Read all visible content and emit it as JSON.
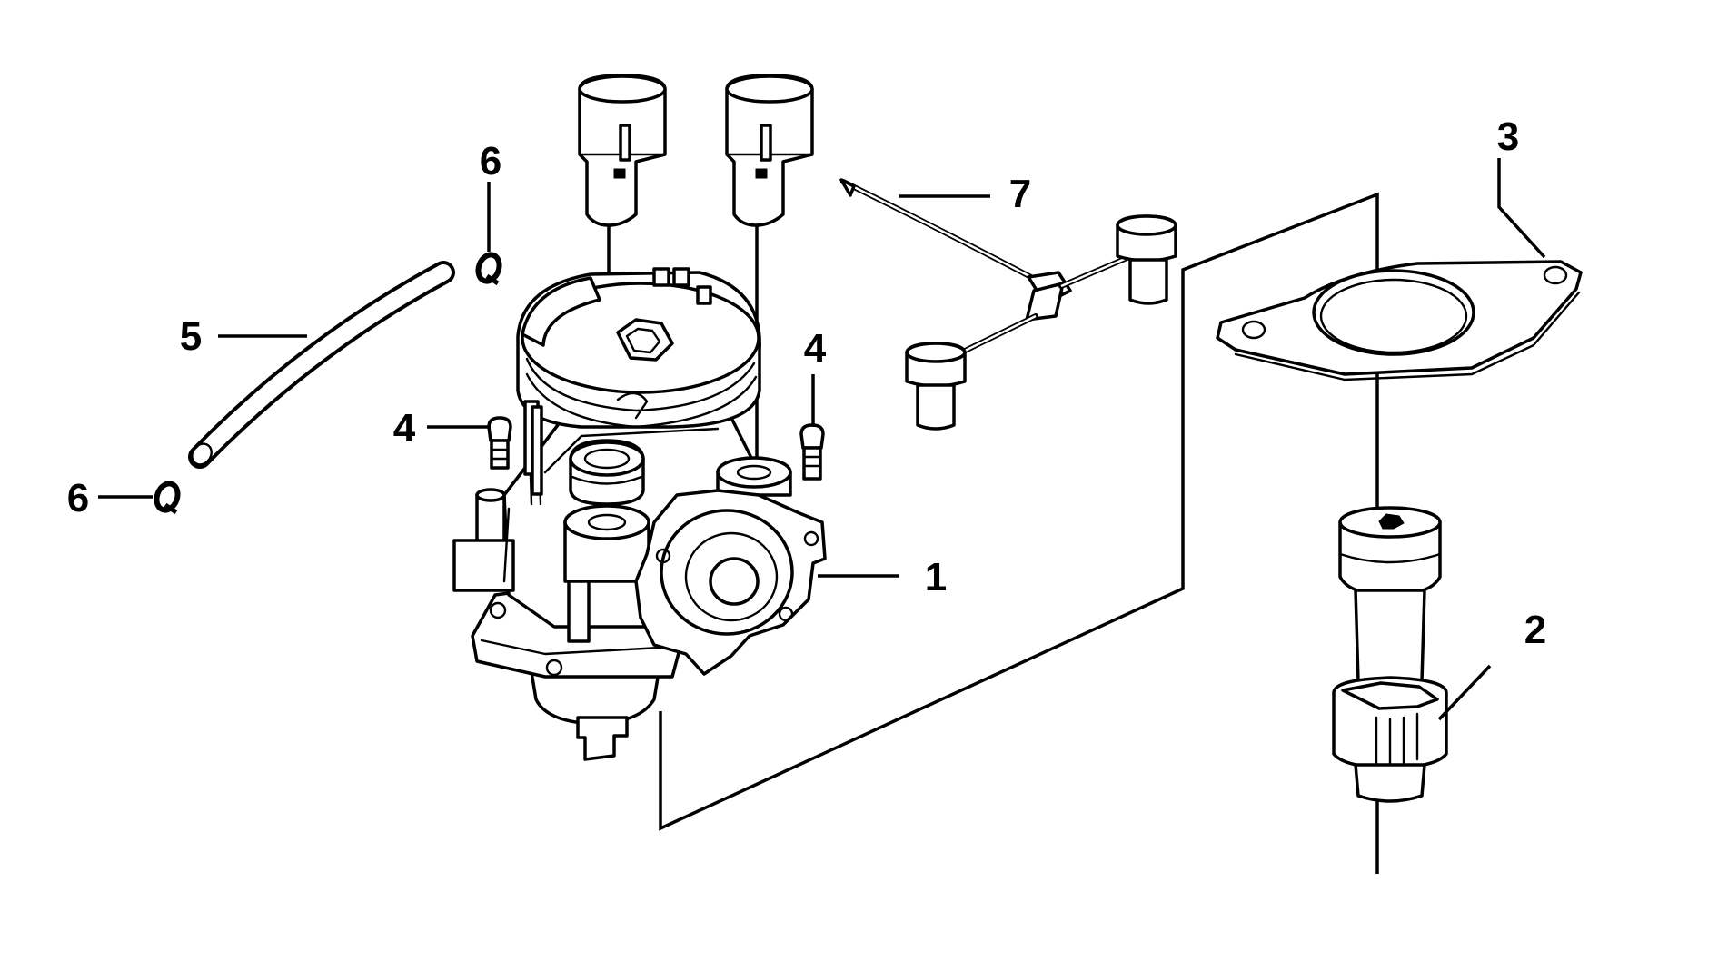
{
  "callouts": {
    "label_1": "1",
    "label_2": "2",
    "label_3": "3",
    "label_4_right": "4",
    "label_4_left": "4",
    "label_5": "5",
    "label_6_top": "6",
    "label_6_bottom": "6",
    "label_7": "7"
  },
  "colors": {
    "ink": "#000000",
    "paper": "#ffffff"
  }
}
